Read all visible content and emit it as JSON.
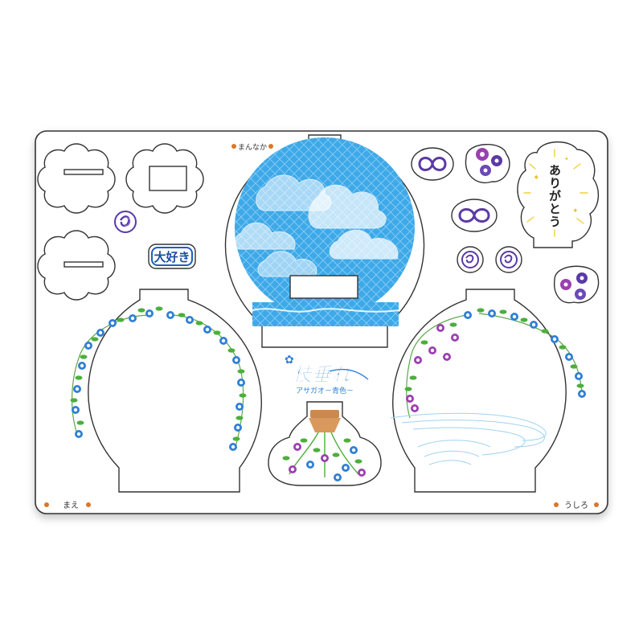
{
  "labels": {
    "middle": "まんなか",
    "front": "まえ",
    "back": "うしろ",
    "thanks": "ありがとう",
    "love": "大好き",
    "logo_title": "枝垂れ",
    "logo_subtitle": "アサガオ－青色－"
  },
  "colors": {
    "sky_blue": "#3aa6e6",
    "cloud_white": "#ffffff",
    "morning_glory_blue": "#2f7fd6",
    "morning_glory_purple": "#9b3fb0",
    "leaf_green": "#4caf3c",
    "mizuhiki_purple": "#5a3aa6",
    "mark_orange": "#d9772b",
    "spark_yellow": "#f2cf3a"
  }
}
